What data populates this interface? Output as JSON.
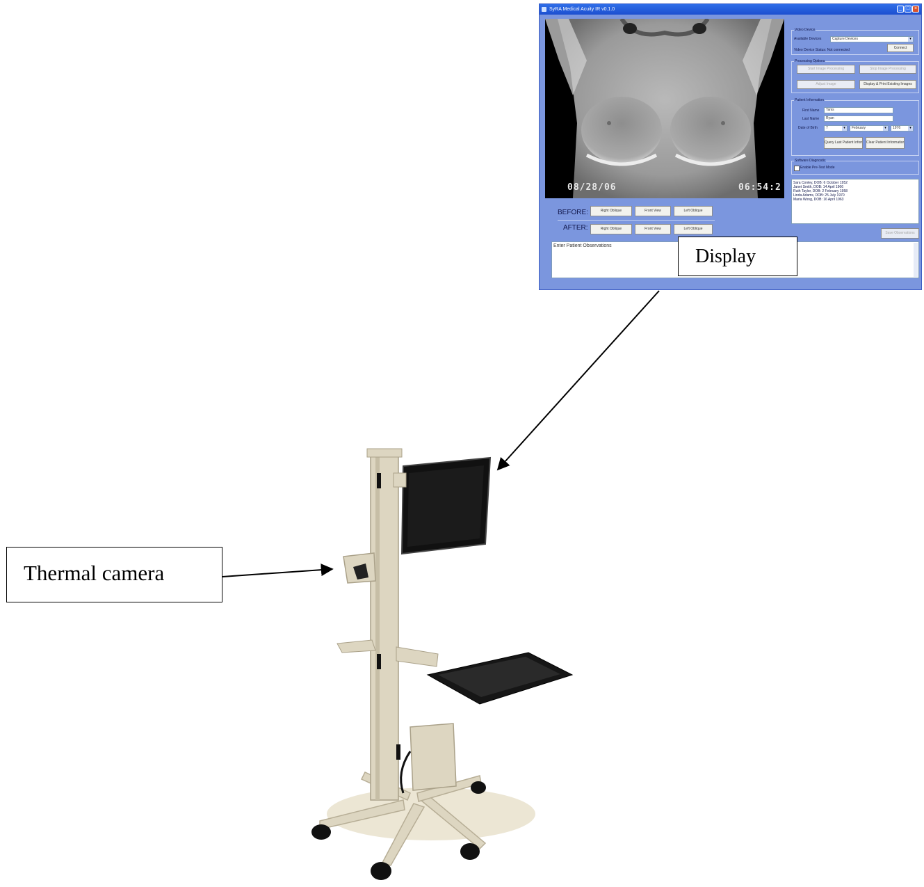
{
  "window": {
    "title": "SyRA Medical Acuity IR v0.1.0",
    "colors": {
      "background": "#7b96de",
      "titlebar": "#1c4fd0"
    }
  },
  "thermal_view": {
    "date": "08/28/06",
    "time": "06:54:2"
  },
  "video_device": {
    "group_label": "Video Device",
    "available_devices_label": "Available Devices",
    "selected_device": "Capture Devices",
    "status": "Video Device Status: Not connected",
    "connect_label": "Connect"
  },
  "processing": {
    "group_label": "Processing Options",
    "buttons": [
      "Start Image Processing",
      "Stop Image Processing",
      "Adjust Image",
      "Display & Print Existing Images"
    ]
  },
  "patient": {
    "group_label": "Patient Information",
    "first_name_label": "First Name",
    "first_name_value": "Tanis",
    "last_name_label": "Last Name",
    "last_name_value": "Ryan",
    "dob_label": "Date of Birth",
    "dob_day": "7",
    "dob_month": "February",
    "dob_year": "1976",
    "buttons": [
      "Query Last Patient Information",
      "Clear Patient Information"
    ]
  },
  "diagnostic": {
    "group_label": "Software Diagnostic",
    "checkbox_label": "Enable Pre-Test Mode"
  },
  "patient_list": [
    "Sara Conley, DOB: 6 October 1952",
    "Janet Smith, DOB: 14 April 1966",
    "Ruth Taylor, DOB: 2 February 1958",
    "Linda Adams, DOB: 25 July 1970",
    "Maria Wong, DOB: 16 April 1963"
  ],
  "save_label": "Save Observations",
  "before": {
    "label": "BEFORE:",
    "buttons": [
      "Right Oblique",
      "Front View",
      "Left Oblique"
    ]
  },
  "after": {
    "label": "AFTER:",
    "buttons": [
      "Right Oblique",
      "Front View",
      "Left Oblique"
    ]
  },
  "observations_placeholder": "Enter Patient Observations",
  "callouts": {
    "display": "Display",
    "camera": "Thermal camera"
  },
  "cart_colors": {
    "frame": "#ddd6c1",
    "monitor": "#111111",
    "keyboard": "#161616"
  }
}
